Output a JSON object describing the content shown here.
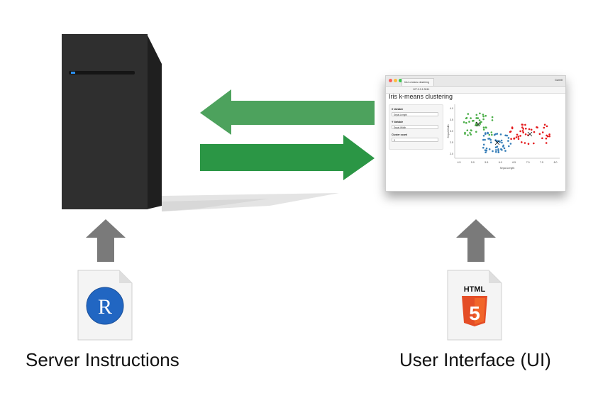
{
  "captions": {
    "server": "Server Instructions",
    "ui": "User Interface (UI)"
  },
  "html_badge": "HTML",
  "r_logo_letter": "R",
  "browser": {
    "tab_title": "Iris k-means clustering",
    "url": "127.0.0.1:3241",
    "user": "Garrett",
    "app_title": "Iris k-means clustering",
    "x_var_label": "X Variable",
    "x_var_value": "Sepal.Length",
    "y_var_label": "Y Variable",
    "y_var_value": "Sepal.Width",
    "cluster_label": "Cluster count",
    "cluster_value": "3",
    "plot_xlabel": "Sepal.Length",
    "plot_ylabel": "Sepal.Width",
    "x_ticks": [
      "4.5",
      "5.0",
      "5.5",
      "6.0",
      "6.5",
      "7.0",
      "7.5",
      "8.0"
    ],
    "y_ticks": [
      "4.0",
      "3.5",
      "3.0",
      "2.5",
      "2.0"
    ]
  },
  "colors": {
    "arrow_left": "#4da25d",
    "arrow_right": "#2b9645",
    "up_arrow": "#7a7a7a",
    "cluster1": "#4daf4a",
    "cluster2": "#377eb8",
    "cluster3": "#e41a1c",
    "server_front": "#2e2e2e",
    "server_side": "#1c1c1c",
    "html5_orange": "#e44d26",
    "r_blue": "#2166c2"
  }
}
